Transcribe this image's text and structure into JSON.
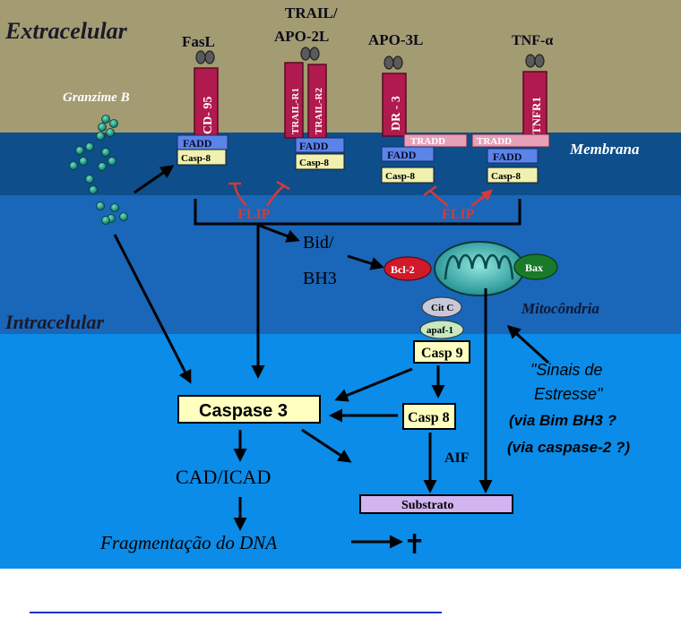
{
  "regions": {
    "extracellular": "Extracelular",
    "membrane": "Membrana",
    "intracellular": "Intracelular",
    "mitochondria": "Mitocôndria"
  },
  "ligands": {
    "fasl": "FasL",
    "trail_line1": "TRAIL/",
    "trail_line2": "APO-2L",
    "apo3l": "APO-3L",
    "tnfa": "TNF-α"
  },
  "receptors": {
    "cd95": "CD- 95",
    "trail_r1": "TRAIL-R1",
    "trail_r2": "TRAIL-R2",
    "dr3": "DR - 3",
    "tnfr1": "TNFR1"
  },
  "adaptors": {
    "fadd": "FADD",
    "casp8_short": "Casp-8",
    "tradd": "TRADD",
    "flip": "FLIP"
  },
  "granzyme": "Granzime B",
  "bid_line1": "Bid/",
  "bid_line2": "BH3",
  "mito": {
    "bcl2": "Bcl-2",
    "bax": "Bax",
    "citc": "Cit C",
    "apaf1": "apaf-1"
  },
  "boxes": {
    "casp9": "Casp 9",
    "casp8": "Casp 8",
    "caspase3": "Caspase 3",
    "substrate": "Substrato"
  },
  "stress": {
    "line1": "\"Sinais de",
    "line2": "Estresse\"",
    "line3": "(via Bim BH3 ?",
    "line4": "(via caspase-2 ?)"
  },
  "aif": "AIF",
  "cad": "CAD/ICAD",
  "dna": "Fragmentação do DNA",
  "death_symbol": "✝",
  "colors": {
    "extracellular": "#a39b72",
    "membrane": "#0e4e8a",
    "inner": "#1a66b8",
    "intracellular": "#0a8ce8",
    "receptor": "#b01a4e",
    "flip": "#d43a3a"
  }
}
